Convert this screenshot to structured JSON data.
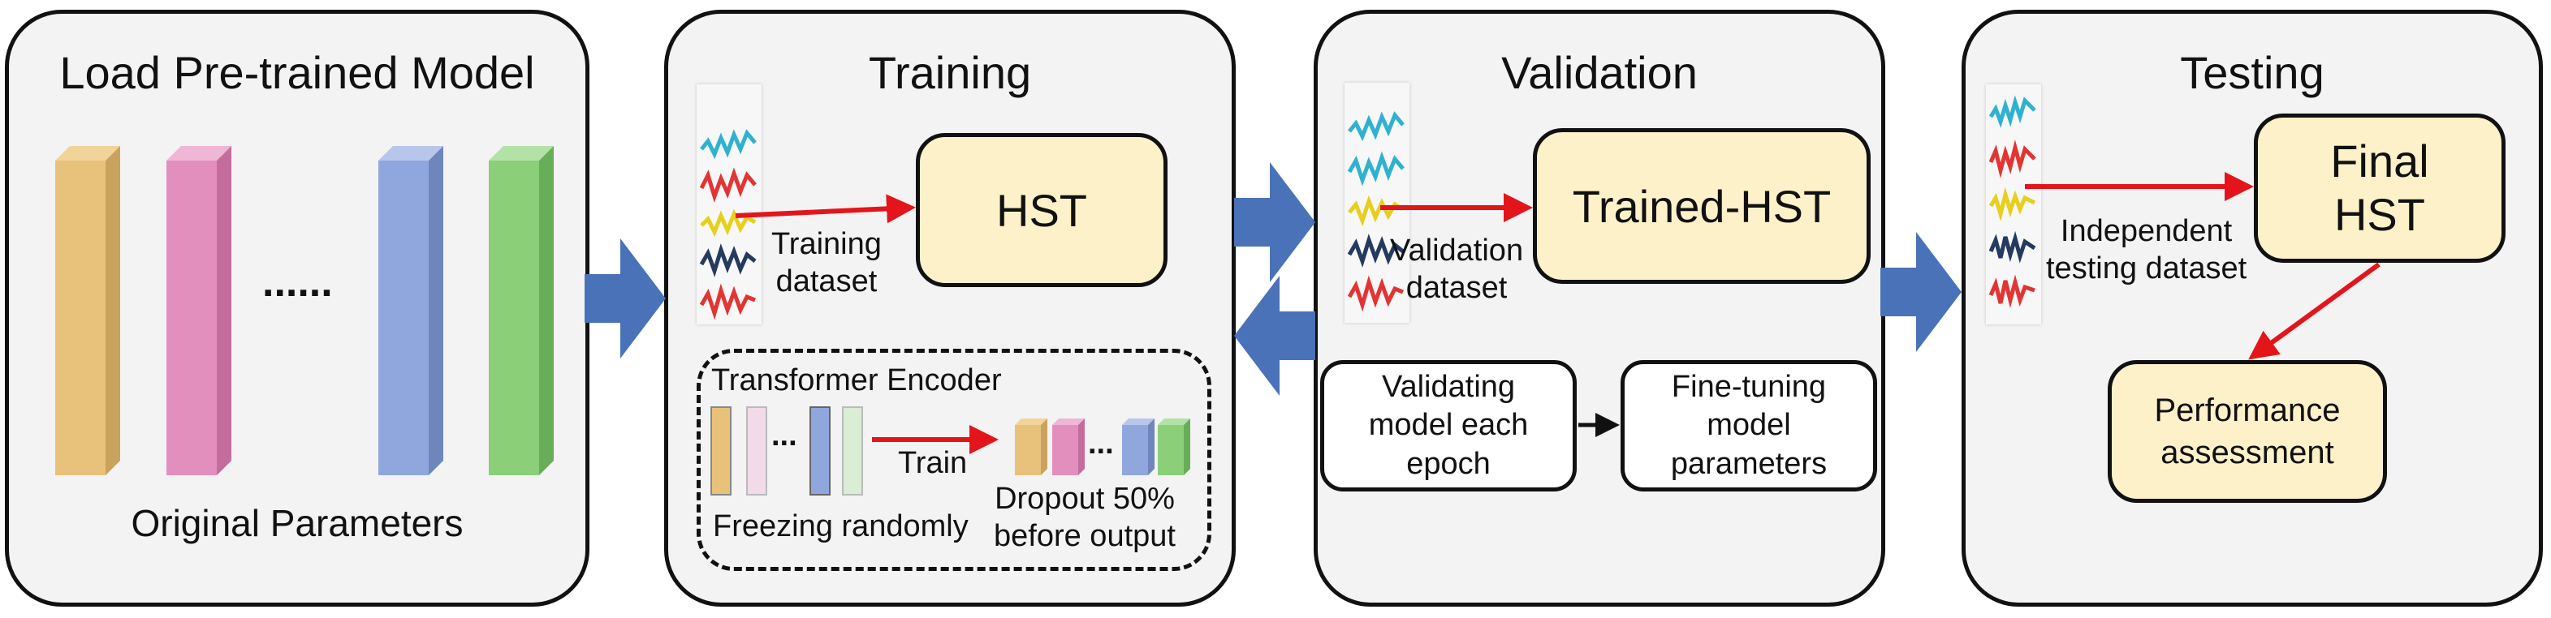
{
  "stages": {
    "load": {
      "title": "Load Pre-trained Model",
      "ellipsis": "......",
      "caption": "Original Parameters"
    },
    "training": {
      "title": "Training",
      "model_box": "HST",
      "dataset_label": "Training\ndataset",
      "encoder": {
        "title": "Transformer Encoder",
        "ellipsis_left": "...",
        "ellipsis_right": "...",
        "train_label": "Train",
        "freeze_label": "Freezing randomly",
        "dropout_label": "Dropout 50%\nbefore output"
      }
    },
    "validation": {
      "title": "Validation",
      "model_box": "Trained-HST",
      "dataset_label": "Validation\ndataset",
      "step1": "Validating\nmodel each\nepoch",
      "step2": "Fine-tuning\nmodel\nparameters"
    },
    "testing": {
      "title": "Testing",
      "model_box": "Final\nHST",
      "dataset_label": "Independent\ntesting dataset",
      "assessment": "Performance\nassessment"
    }
  },
  "colors": {
    "panel_fill": "#f3f3f3",
    "box_yellow": "#fdf1c9",
    "flow_arrow_blue": "#4a72b8",
    "red_arrow": "#e3151b",
    "bar_orange": "#e8c27a",
    "bar_pink": "#e38fbe",
    "bar_blue": "#8fa7dd",
    "bar_green": "#8bcf79"
  },
  "icons": [
    "big-flow-arrow-icon",
    "red-arrow-icon",
    "dataset-thumbnail-icon",
    "parameter-bar-icon"
  ]
}
